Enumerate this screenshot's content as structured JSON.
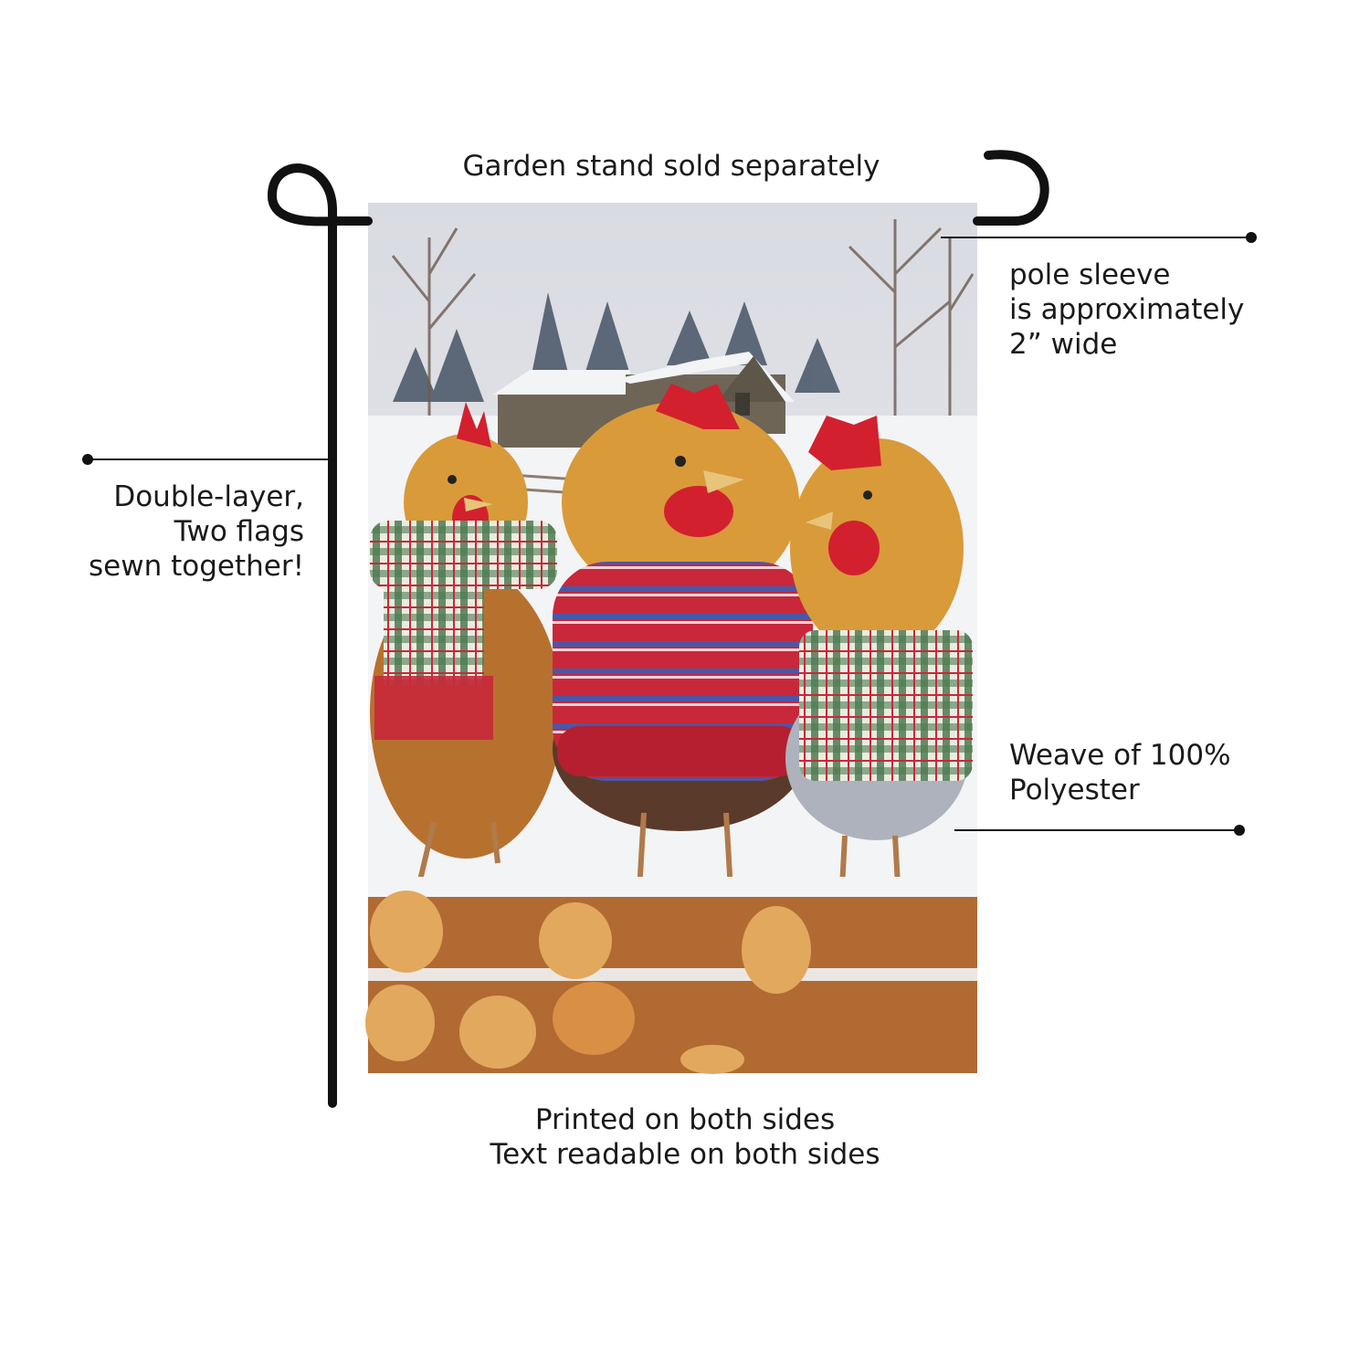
{
  "callouts": {
    "stand": "Garden stand sold separately",
    "sleeve": [
      "pole sleeve",
      "is approximately",
      "2” wide"
    ],
    "layers": [
      "Double-layer,",
      "Two flags",
      "sewn together!"
    ],
    "material": [
      "Weave of 100%",
      "Polyester"
    ],
    "printing": [
      "Printed on both sides",
      "Text readable on both sides"
    ]
  },
  "flag": {
    "scene": "winter-farm-chickens-in-sweaters",
    "colors": {
      "sky": "#e6e7ea",
      "snow": "#f3f4f6",
      "barn": "#6e6557",
      "tree_dark": "#3d4b5c",
      "sweater_red": "#c8283a",
      "plaid_green": "#4f7a52",
      "feather_gold": "#d99a3a",
      "log": "#b06a32",
      "log_end": "#e2a85e"
    }
  },
  "stand": {
    "color": "#111111"
  }
}
